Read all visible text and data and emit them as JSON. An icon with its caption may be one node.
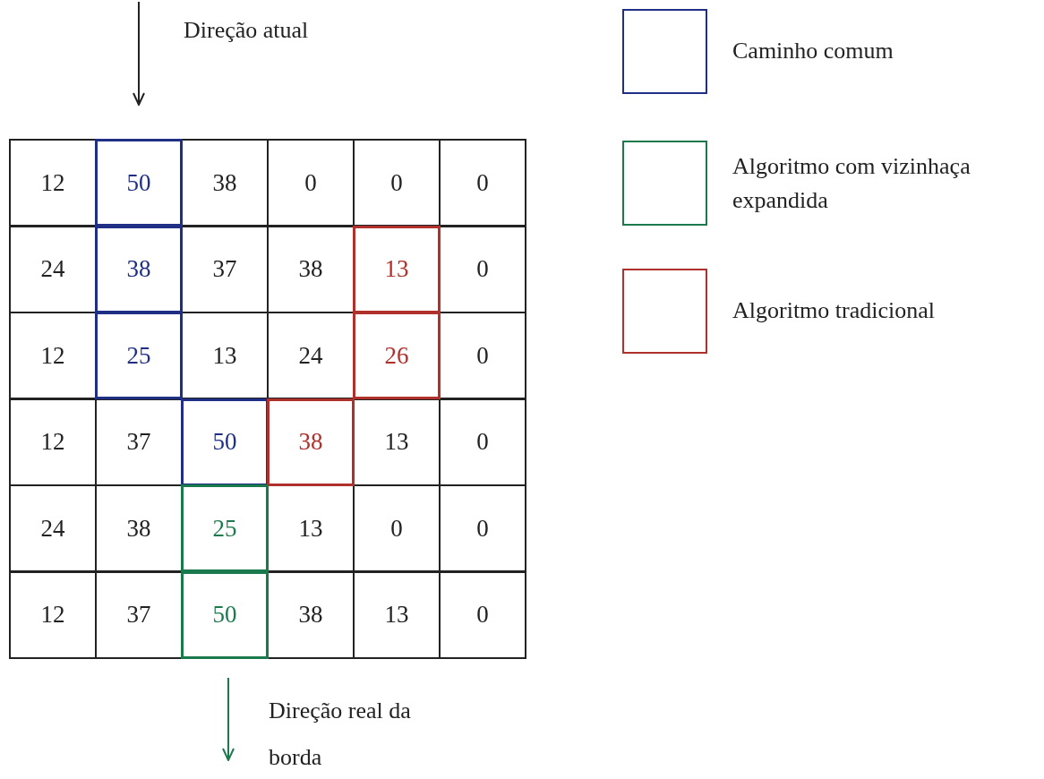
{
  "diagram": {
    "labels": [
      "Direção atual",
      "12",
      "50",
      "38",
      "0",
      "0",
      "0",
      "24",
      "38",
      "37",
      "38",
      "13",
      "0",
      "12",
      "25",
      "13",
      "24",
      "26",
      "0",
      "12",
      "37",
      "50",
      "38",
      "13",
      "0",
      "24",
      "38",
      "25",
      "13",
      "0",
      "0",
      "12",
      "37",
      "50",
      "38",
      "13",
      "0",
      "Direção real da borda"
    ],
    "legend": [
      {
        "text": "Caminho comum",
        "color": "#1f2f86"
      },
      {
        "text": "Algoritmo com vizinhaça expandida",
        "color": "#1b7a4c"
      },
      {
        "text": "Algoritmo tradicional",
        "color": "#b0302c"
      }
    ]
  }
}
